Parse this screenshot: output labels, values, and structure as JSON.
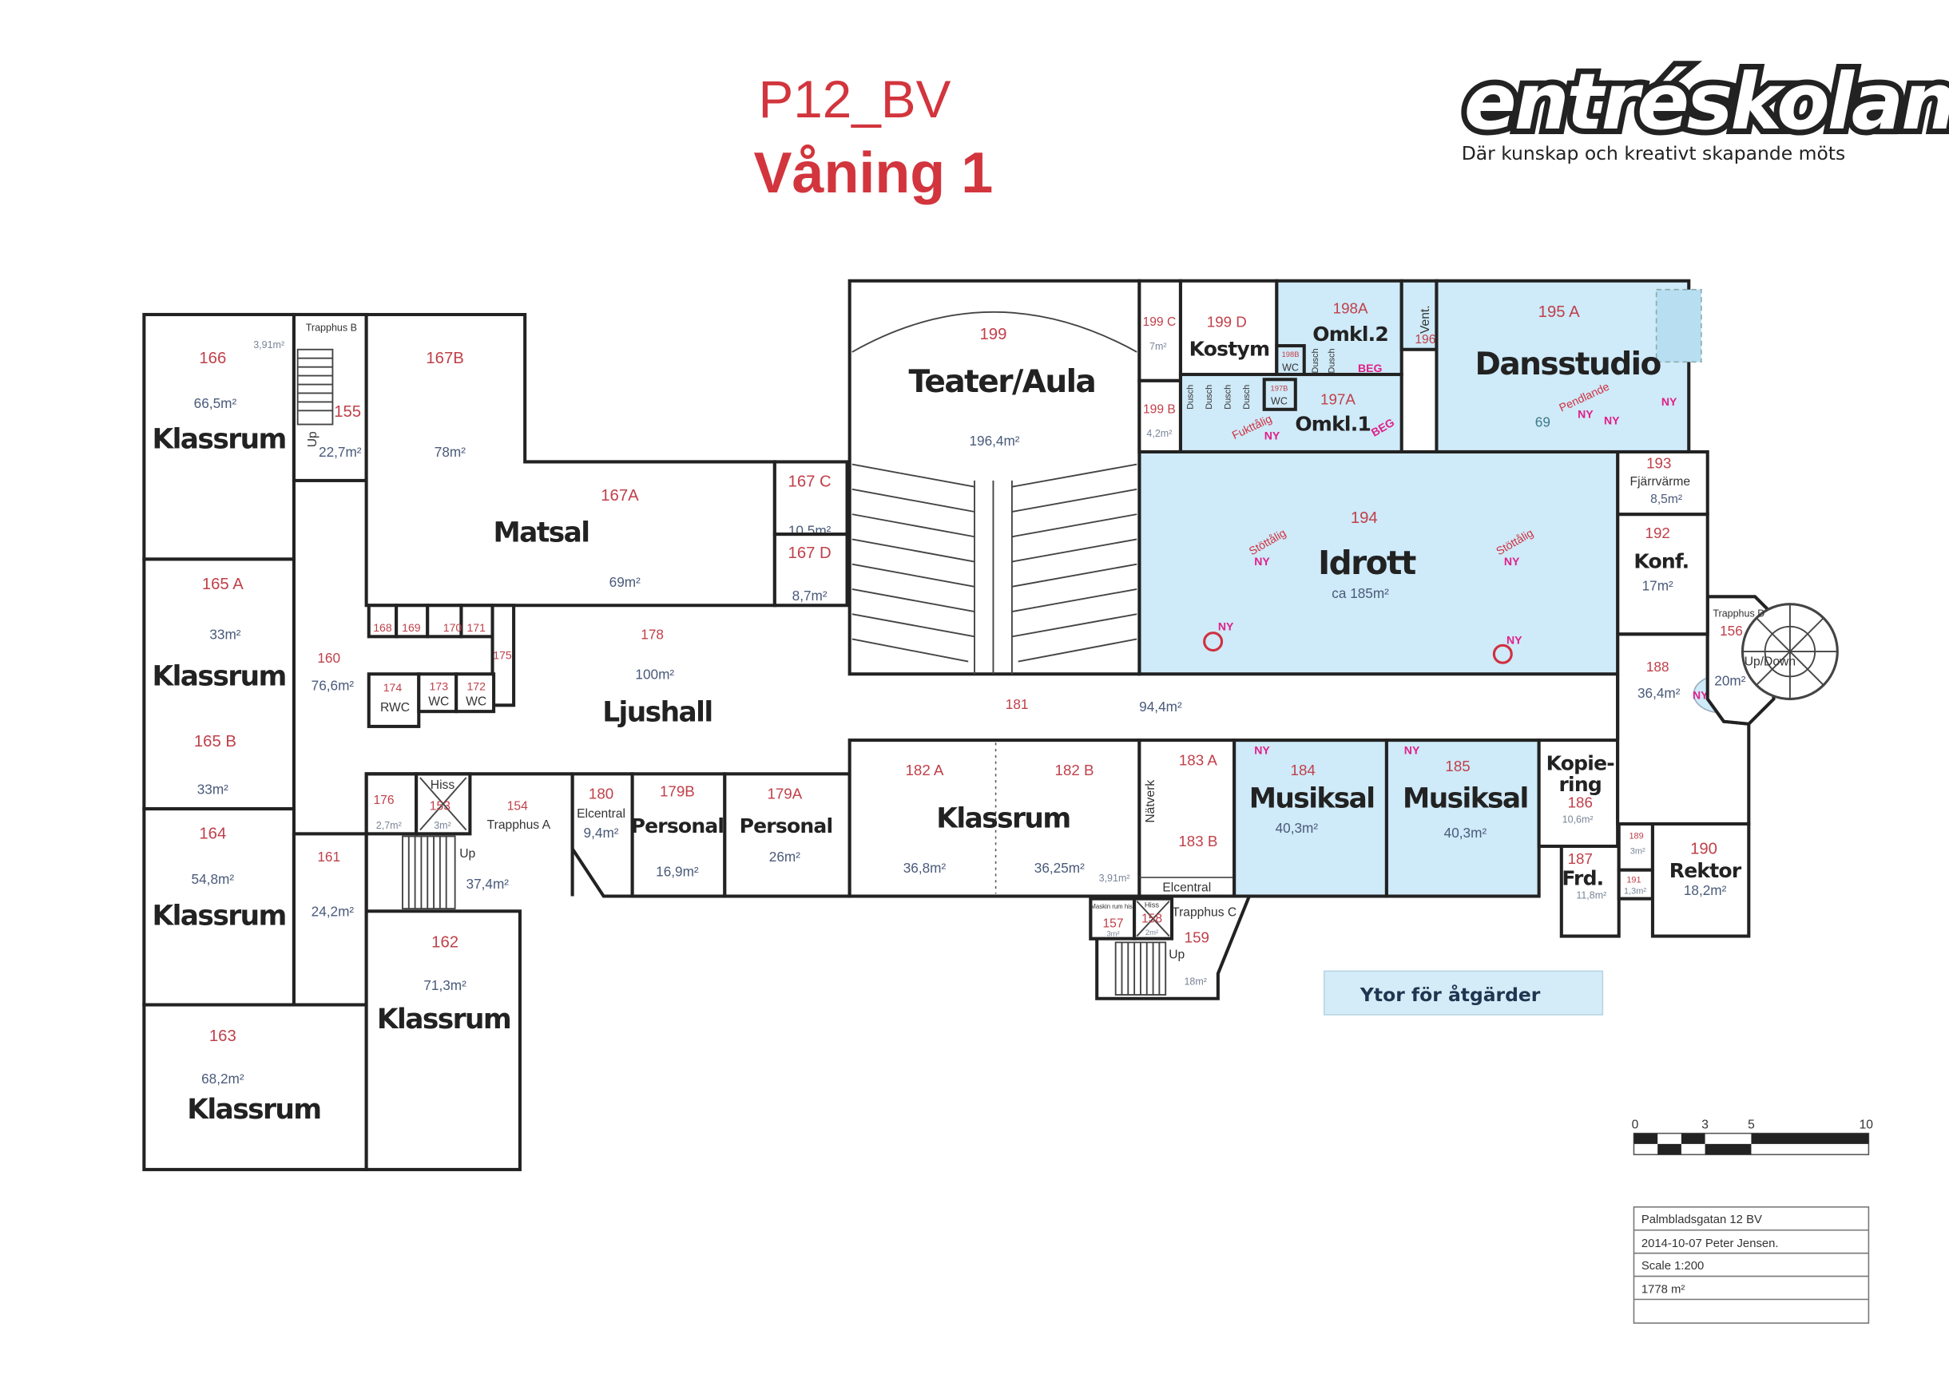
{
  "header": {
    "title": "P12_BV",
    "subtitle": "Våning 1"
  },
  "logo": {
    "name": "entréskolan",
    "tagline": "Där kunskap och kreativt skapande möts"
  },
  "colors": {
    "title": "#d2353d",
    "highlight": "#cfeaf8",
    "room_number": "#c0404a",
    "marker": "#e0208a"
  },
  "rooms": {
    "r166": {
      "number": "166",
      "area": "66,5m²",
      "name": "Klassrum",
      "extra": "3,91m²"
    },
    "r155": {
      "number": "155",
      "area": "22,7m²",
      "name": "Trapphus B",
      "up": "Up"
    },
    "r167b": {
      "number": "167B",
      "area": "78m²"
    },
    "r167a": {
      "number": "167A",
      "area": "69m²",
      "name": "Matsal"
    },
    "r167c": {
      "number": "167 C",
      "area": "10,5m²"
    },
    "r167d": {
      "number": "167 D",
      "area": "8,7m²"
    },
    "r165": {
      "number_a": "165 A",
      "area_a": "33m²",
      "name": "Klassrum",
      "number_b": "165 B",
      "area_b": "33m²"
    },
    "r160": {
      "number": "160",
      "area": "76,6m²"
    },
    "wc_row": {
      "n168": "168",
      "n169": "169",
      "n170": "170",
      "n171": "171",
      "n175": "175"
    },
    "r174": {
      "number": "174",
      "name": "RWC"
    },
    "r173": {
      "number": "173",
      "name": "WC"
    },
    "r172": {
      "number": "172",
      "name": "WC"
    },
    "r178": {
      "number": "178",
      "area": "100m²",
      "name": "Ljushall"
    },
    "r164": {
      "number": "164",
      "area": "54,8m²",
      "name": "Klassrum"
    },
    "r161": {
      "number": "161",
      "area": "24,2m²"
    },
    "r163": {
      "number": "163",
      "area": "68,2m²",
      "name": "Klassrum"
    },
    "r162": {
      "number": "162",
      "area": "71,3m²",
      "name": "Klassrum"
    },
    "r176": {
      "number": "176",
      "area": "2,7m²"
    },
    "r153": {
      "number": "153",
      "area": "3m²",
      "name": "Hiss"
    },
    "r154": {
      "number": "154",
      "area": "37,4m²",
      "name": "Trapphus A",
      "up": "Up"
    },
    "r180": {
      "number": "180",
      "area": "9,4m²",
      "name": "Elcentral"
    },
    "r179b": {
      "number": "179B",
      "area": "16,9m²",
      "name": "Personal"
    },
    "r179a": {
      "number": "179A",
      "area": "26m²",
      "name": "Personal"
    },
    "r182": {
      "number_a": "182 A",
      "number_b": "182 B",
      "name": "Klassrum",
      "area_a": "36,8m²",
      "area_b": "36,25m²",
      "extra": "3,91m²"
    },
    "r183": {
      "number_a": "183 A",
      "number_b": "183 B",
      "name": "Nätverk",
      "sub": "Elcentral"
    },
    "r184": {
      "number": "184",
      "area": "40,3m²",
      "name": "Musiksal"
    },
    "r185": {
      "number": "185",
      "area": "40,3m²",
      "name": "Musiksal"
    },
    "r186": {
      "number": "186",
      "area": "10,6m²",
      "name1": "Kopie-",
      "name2": "ring"
    },
    "r187": {
      "number": "187",
      "area": "11,8m²",
      "name": "Frd."
    },
    "r189": {
      "number": "189",
      "area": "3m²"
    },
    "r191": {
      "number": "191",
      "area": "1,3m²"
    },
    "r190": {
      "number": "190",
      "area": "18,2m²",
      "name": "Rektor"
    },
    "r188": {
      "number": "188",
      "area": "36,4m²"
    },
    "r156": {
      "number": "156",
      "area": "20m²",
      "name": "Trapphus D",
      "updown": "Up/Down"
    },
    "r192": {
      "number": "192",
      "area": "17m²",
      "name": "Konf."
    },
    "r193": {
      "number": "193",
      "area": "8,5m²",
      "name": "Fjärrvärme"
    },
    "r194": {
      "number": "194",
      "area": "ca 185m²",
      "name": "Idrott"
    },
    "r199": {
      "number": "199",
      "area": "196,4m²",
      "name": "Teater/Aula"
    },
    "r199c": {
      "number": "199 C",
      "area": "7m²"
    },
    "r199b": {
      "number": "199 B",
      "area": "4,2m²"
    },
    "r199d": {
      "number": "199 D",
      "name": "Kostym"
    },
    "r198a": {
      "number": "198A",
      "name": "Omkl.2"
    },
    "r198b": {
      "number": "198B",
      "name": "WC"
    },
    "r196": {
      "number": "196",
      "name": "Vent."
    },
    "r197a": {
      "number": "197A",
      "name": "Omkl.1"
    },
    "r197b": {
      "number": "197B",
      "name": "WC"
    },
    "dusch": "Dusch",
    "r195a": {
      "number": "195 A",
      "name": "Dansstudio",
      "extra": "69"
    },
    "r181": {
      "number": "181",
      "area": "94,4m²"
    },
    "r157": {
      "number": "157",
      "area": "3m²",
      "name": "Maskin rum hiss"
    },
    "r158": {
      "number": "158",
      "area": "2m²",
      "name": "Hiss"
    },
    "r159": {
      "number": "159",
      "area": "18m²",
      "name": "Trapphus C",
      "up": "Up"
    }
  },
  "markers": {
    "ny": "NY",
    "beg": "BEG",
    "fukttalig": "Fukttålig",
    "pendlande": "Pendlande",
    "stottalig": "Stöttålig"
  },
  "legend": {
    "label": "Ytor för åtgärder"
  },
  "scale_bar": {
    "ticks": [
      "0",
      "3",
      "5",
      "10"
    ]
  },
  "info": {
    "address": "Palmbladsgatan 12 BV",
    "date_author": "2014-10-07 Peter Jensen.",
    "scale": "Scale 1:200",
    "total_area": "1778 m²"
  }
}
